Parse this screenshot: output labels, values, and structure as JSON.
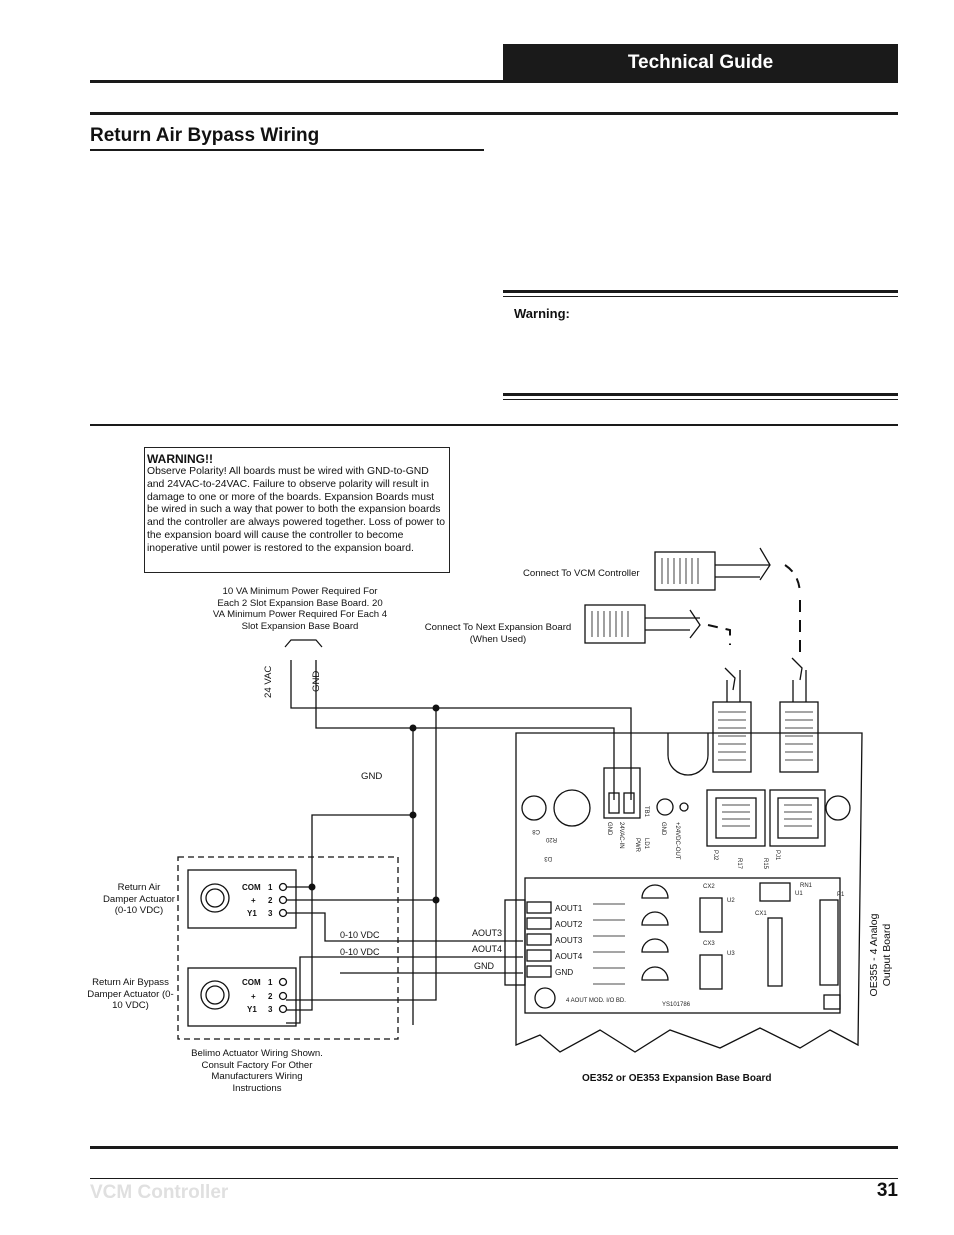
{
  "header": {
    "title": "Technical Guide"
  },
  "section": {
    "title": "Return Air Bypass Wiring"
  },
  "warning_panel": {
    "label": "Warning:"
  },
  "warning_box": {
    "title": "WARNING!!",
    "body": "Observe Polarity! All boards must be wired with GND-to-GND and 24VAC-to-24VAC. Failure to observe polarity will result in damage to one or more of the boards. Expansion Boards must be wired in such a way that power to both the expansion boards and the controller are always powered together. Loss of power to the expansion board will cause the controller to become inoperative until power is restored to the expansion board."
  },
  "diagram": {
    "power_note": "10 VA Minimum Power Required For Each 2 Slot Expansion Base Board. 20 VA Minimum Power Required For Each 4 Slot Expansion Base Board",
    "vac_label": "24 VAC",
    "gnd_vertical": "GND",
    "gnd_label": "GND",
    "connect_controller": "Connect To VCM Controller",
    "connect_next": "Connect To Next Expansion Board (When Used)",
    "actuator1_label": "Return Air Damper Actuator (0-10 VDC)",
    "actuator2_label": "Return Air Bypass Damper Actuator (0-10 VDC)",
    "terminals": [
      {
        "name": "COM",
        "num": "1"
      },
      {
        "name": "+",
        "num": "2"
      },
      {
        "name": "Y1",
        "num": "3"
      }
    ],
    "vdc1": "0-10 VDC",
    "vdc2": "0-10 VDC",
    "aout3": "AOUT3",
    "aout4": "AOUT4",
    "gnd_wire": "GND",
    "board_outputs": [
      "AOUT1",
      "AOUT2",
      "AOUT3",
      "AOUT4",
      "GND"
    ],
    "board_silkscreen": [
      "TB1",
      "GND",
      "24VAC-IN",
      "LD1",
      "PWR",
      "+24VDC-OUT",
      "GND",
      "R20",
      "D3",
      "C8",
      "PJ2",
      "PJ1",
      "R17",
      "R15",
      "CX2",
      "CX3",
      "CX1",
      "U1",
      "U2",
      "U3",
      "RN1",
      "P1",
      "4 AOUT MOD. I/O BD.",
      "YS101786"
    ],
    "belimo_note": "Belimo Actuator Wiring Shown. Consult Factory For Other Manufacturers Wiring Instructions",
    "base_board_label": "OE352 or OE353 Expansion Base Board",
    "output_board_label": "OE355 - 4 Analog Output Board"
  },
  "footer": {
    "left": "VCM Controller",
    "page": "31"
  }
}
